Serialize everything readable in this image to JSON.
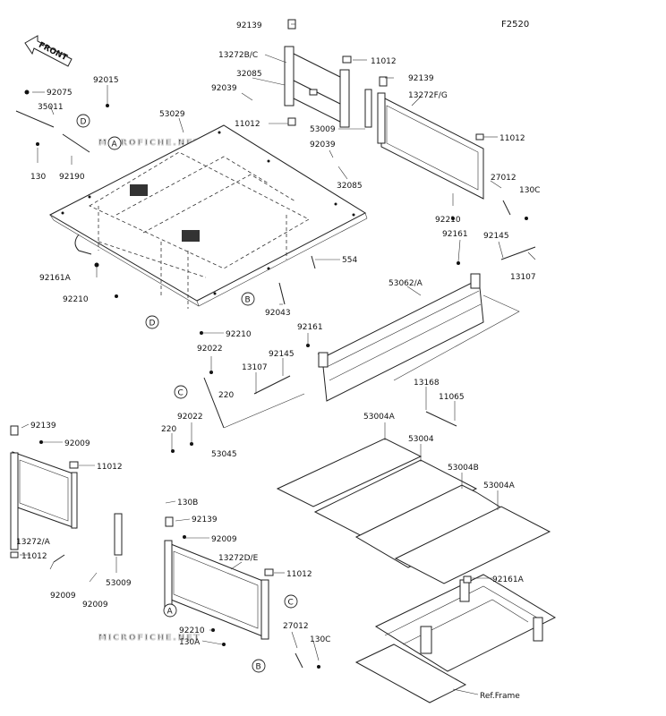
{
  "figure_code": "F2520",
  "front_label": "FRONT",
  "watermarks": [
    "MICROFICHE.NET",
    "MICROFICHE.NET"
  ],
  "part_labels": [
    {
      "id": "p1",
      "text": "92139"
    },
    {
      "id": "p2",
      "text": "13272B/C"
    },
    {
      "id": "p3",
      "text": "11012"
    },
    {
      "id": "p4",
      "text": "32085"
    },
    {
      "id": "p5",
      "text": "92039"
    },
    {
      "id": "p6",
      "text": "11012"
    },
    {
      "id": "p7",
      "text": "92139"
    },
    {
      "id": "p8",
      "text": "13272F/G"
    },
    {
      "id": "p9",
      "text": "53009"
    },
    {
      "id": "p10",
      "text": "11012"
    },
    {
      "id": "p11",
      "text": "92039"
    },
    {
      "id": "p12",
      "text": "32085"
    },
    {
      "id": "p13",
      "text": "27012"
    },
    {
      "id": "p14",
      "text": "130C"
    },
    {
      "id": "p15",
      "text": "92210"
    },
    {
      "id": "p16",
      "text": "92161"
    },
    {
      "id": "p17",
      "text": "92145"
    },
    {
      "id": "p18",
      "text": "13107"
    },
    {
      "id": "p19",
      "text": "92015"
    },
    {
      "id": "p20",
      "text": "92075"
    },
    {
      "id": "p21",
      "text": "35011"
    },
    {
      "id": "p22",
      "text": "53029"
    },
    {
      "id": "p23",
      "text": "130"
    },
    {
      "id": "p24",
      "text": "92190"
    },
    {
      "id": "p25",
      "text": "554"
    },
    {
      "id": "p26",
      "text": "92161A"
    },
    {
      "id": "p27",
      "text": "92210"
    },
    {
      "id": "p28",
      "text": "92043"
    },
    {
      "id": "p29",
      "text": "92210"
    },
    {
      "id": "p30",
      "text": "53062/A"
    },
    {
      "id": "p31",
      "text": "92161"
    },
    {
      "id": "p32",
      "text": "92022"
    },
    {
      "id": "p33",
      "text": "92145"
    },
    {
      "id": "p34",
      "text": "13107"
    },
    {
      "id": "p35",
      "text": "220"
    },
    {
      "id": "p36",
      "text": "13168"
    },
    {
      "id": "p37",
      "text": "11065"
    },
    {
      "id": "p38",
      "text": "92022"
    },
    {
      "id": "p39",
      "text": "220"
    },
    {
      "id": "p40",
      "text": "53045"
    },
    {
      "id": "p41",
      "text": "53004A"
    },
    {
      "id": "p42",
      "text": "53004"
    },
    {
      "id": "p43",
      "text": "53004B"
    },
    {
      "id": "p44",
      "text": "53004A"
    },
    {
      "id": "p45",
      "text": "92139"
    },
    {
      "id": "p46",
      "text": "92009"
    },
    {
      "id": "p47",
      "text": "11012"
    },
    {
      "id": "p48",
      "text": "130B"
    },
    {
      "id": "p49",
      "text": "92139"
    },
    {
      "id": "p50",
      "text": "92009"
    },
    {
      "id": "p51",
      "text": "13272/A"
    },
    {
      "id": "p52",
      "text": "11012"
    },
    {
      "id": "p53",
      "text": "13272D/E"
    },
    {
      "id": "p54",
      "text": "11012"
    },
    {
      "id": "p55",
      "text": "53009"
    },
    {
      "id": "p56",
      "text": "92009"
    },
    {
      "id": "p57",
      "text": "92009"
    },
    {
      "id": "p58",
      "text": "27012"
    },
    {
      "id": "p59",
      "text": "92210"
    },
    {
      "id": "p60",
      "text": "130A"
    },
    {
      "id": "p61",
      "text": "130C"
    },
    {
      "id": "p62",
      "text": "92161A"
    },
    {
      "id": "p63",
      "text": "Ref.Frame"
    }
  ],
  "ref_circles": [
    {
      "id": "c1",
      "text": "D"
    },
    {
      "id": "c2",
      "text": "A"
    },
    {
      "id": "c3",
      "text": "D"
    },
    {
      "id": "c4",
      "text": "B"
    },
    {
      "id": "c5",
      "text": "C"
    },
    {
      "id": "c6",
      "text": "A"
    },
    {
      "id": "c7",
      "text": "C"
    },
    {
      "id": "c8",
      "text": "B"
    }
  ]
}
